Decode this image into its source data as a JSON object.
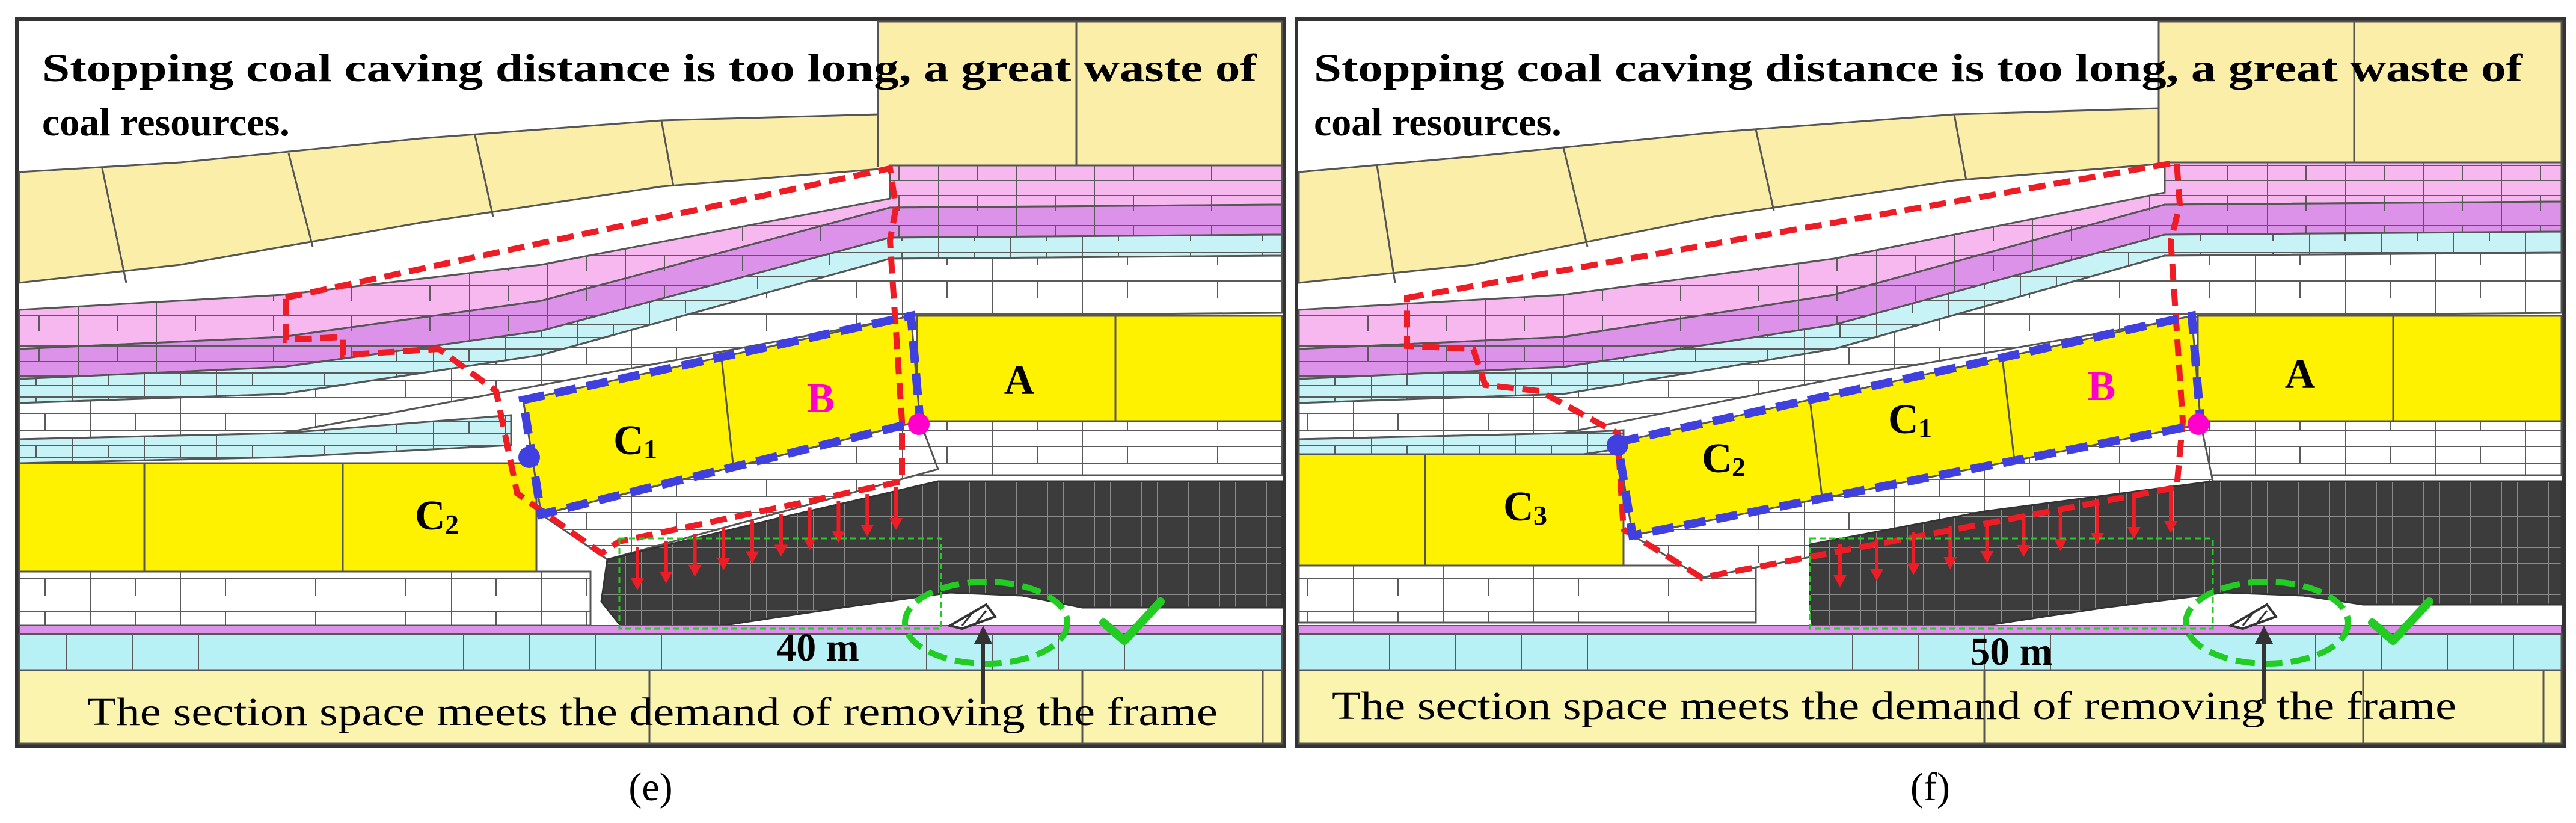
{
  "colors": {
    "yellow_light": "#faeea8",
    "yellow_bright": "#fff200",
    "pink": "#f7b8f0",
    "purple": "#dd92ea",
    "cyan": "#c8f3f6",
    "white_block": "#ffffff",
    "coal_dark": "#3c3c3c",
    "floor_cyan": "#b8f1f5",
    "floor_yellow": "#fbf4ae",
    "red_dash": "#ee1c24",
    "blue_dash": "#4040e0",
    "magenta": "#ff00cc",
    "green": "#22cc22",
    "grid_line": "#505050"
  },
  "panels": [
    {
      "id": "e",
      "caption": "(e)",
      "header_line1": "Stopping coal caving distance is too long, a great waste of",
      "header_line2": "coal resources.",
      "footer": "The section space meets the demand of removing the frame",
      "distance_label": "40 m",
      "block_labels": [
        "A",
        "B",
        "C",
        "1",
        "C",
        "2"
      ],
      "check_icon": "check-mark-icon"
    },
    {
      "id": "f",
      "caption": "(f)",
      "header_line1": "Stopping coal caving distance is too long, a great waste of",
      "header_line2": "coal resources.",
      "footer": "The section space meets the demand of removing the frame",
      "distance_label": "50 m",
      "block_labels": [
        "A",
        "B",
        "C",
        "1",
        "C",
        "2",
        "C",
        "3"
      ],
      "check_icon": "check-mark-icon"
    }
  ]
}
